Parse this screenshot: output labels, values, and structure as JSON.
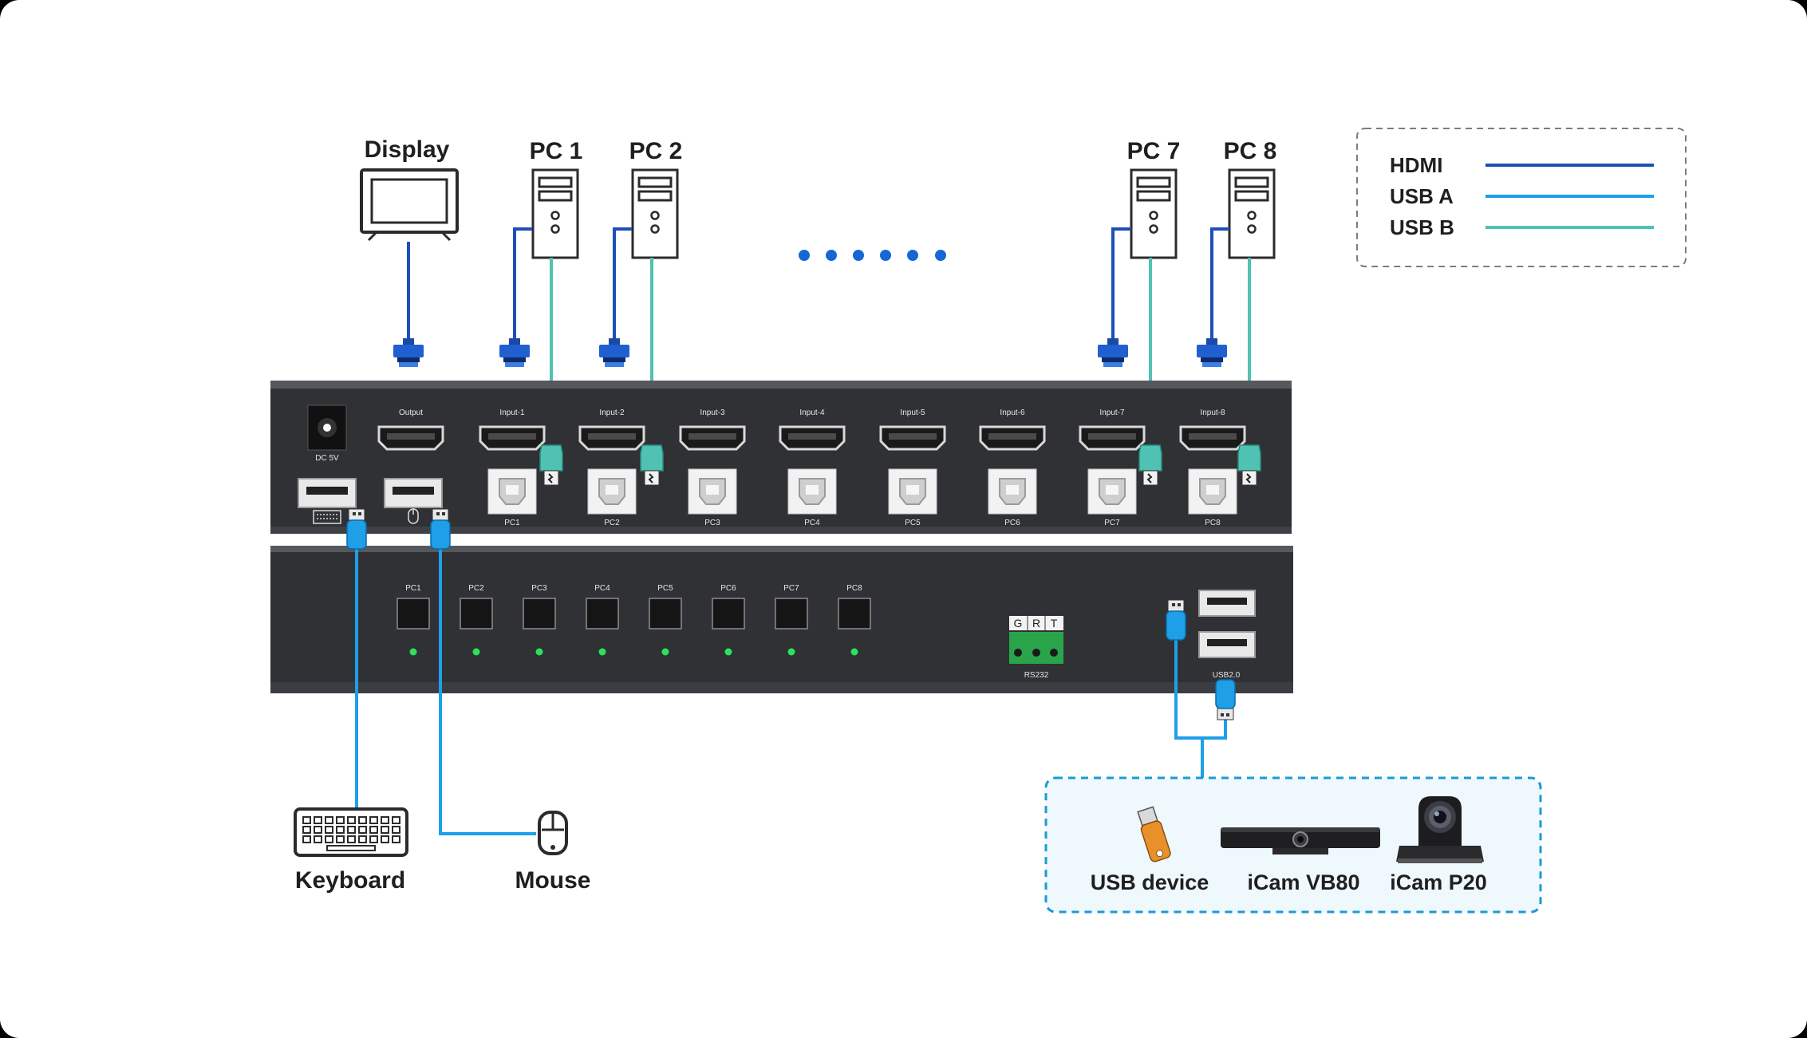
{
  "colors": {
    "hdmi": "#1c4fb8",
    "usb_a": "#1e9fe8",
    "usb_b": "#4fc2b4",
    "panel": "#2f3134",
    "led": "#2ee05a",
    "rs232_green": "#2aa44a"
  },
  "devices": {
    "display": "Display",
    "pc1": "PC 1",
    "pc2": "PC 2",
    "pc7": "PC 7",
    "pc8": "PC 8",
    "keyboard": "Keyboard",
    "mouse": "Mouse",
    "usb_device": "USB device",
    "icam_vb80": "iCam VB80",
    "icam_p20": "iCam P20"
  },
  "legend": [
    {
      "label": "HDMI",
      "color_key": "hdmi"
    },
    {
      "label": "USB A",
      "color_key": "usb_a"
    },
    {
      "label": "USB B",
      "color_key": "usb_b"
    }
  ],
  "rear_panel": {
    "power_label": "DC 5V",
    "output_label": "Output",
    "inputs": [
      "Input-1",
      "Input-2",
      "Input-3",
      "Input-4",
      "Input-5",
      "Input-6",
      "Input-7",
      "Input-8"
    ],
    "usb_b_labels": [
      "PC1",
      "PC2",
      "PC3",
      "PC4",
      "PC5",
      "PC6",
      "PC7",
      "PC8"
    ]
  },
  "front_panel": {
    "buttons": [
      "PC1",
      "PC2",
      "PC3",
      "PC4",
      "PC5",
      "PC6",
      "PC7",
      "PC8"
    ],
    "rs232_pins": [
      "G",
      "R",
      "T"
    ],
    "rs232_label": "RS232",
    "usb2_label": "USB2.0"
  },
  "icons": [
    "monitor-icon",
    "pc-tower-icon",
    "ellipsis-icon",
    "keyboard-icon",
    "mouse-icon",
    "usb-stick-icon",
    "soundbar-camera-icon",
    "ptz-camera-icon",
    "hdmi-plug-icon",
    "usb-a-plug-icon",
    "usb-b-plug-icon"
  ]
}
